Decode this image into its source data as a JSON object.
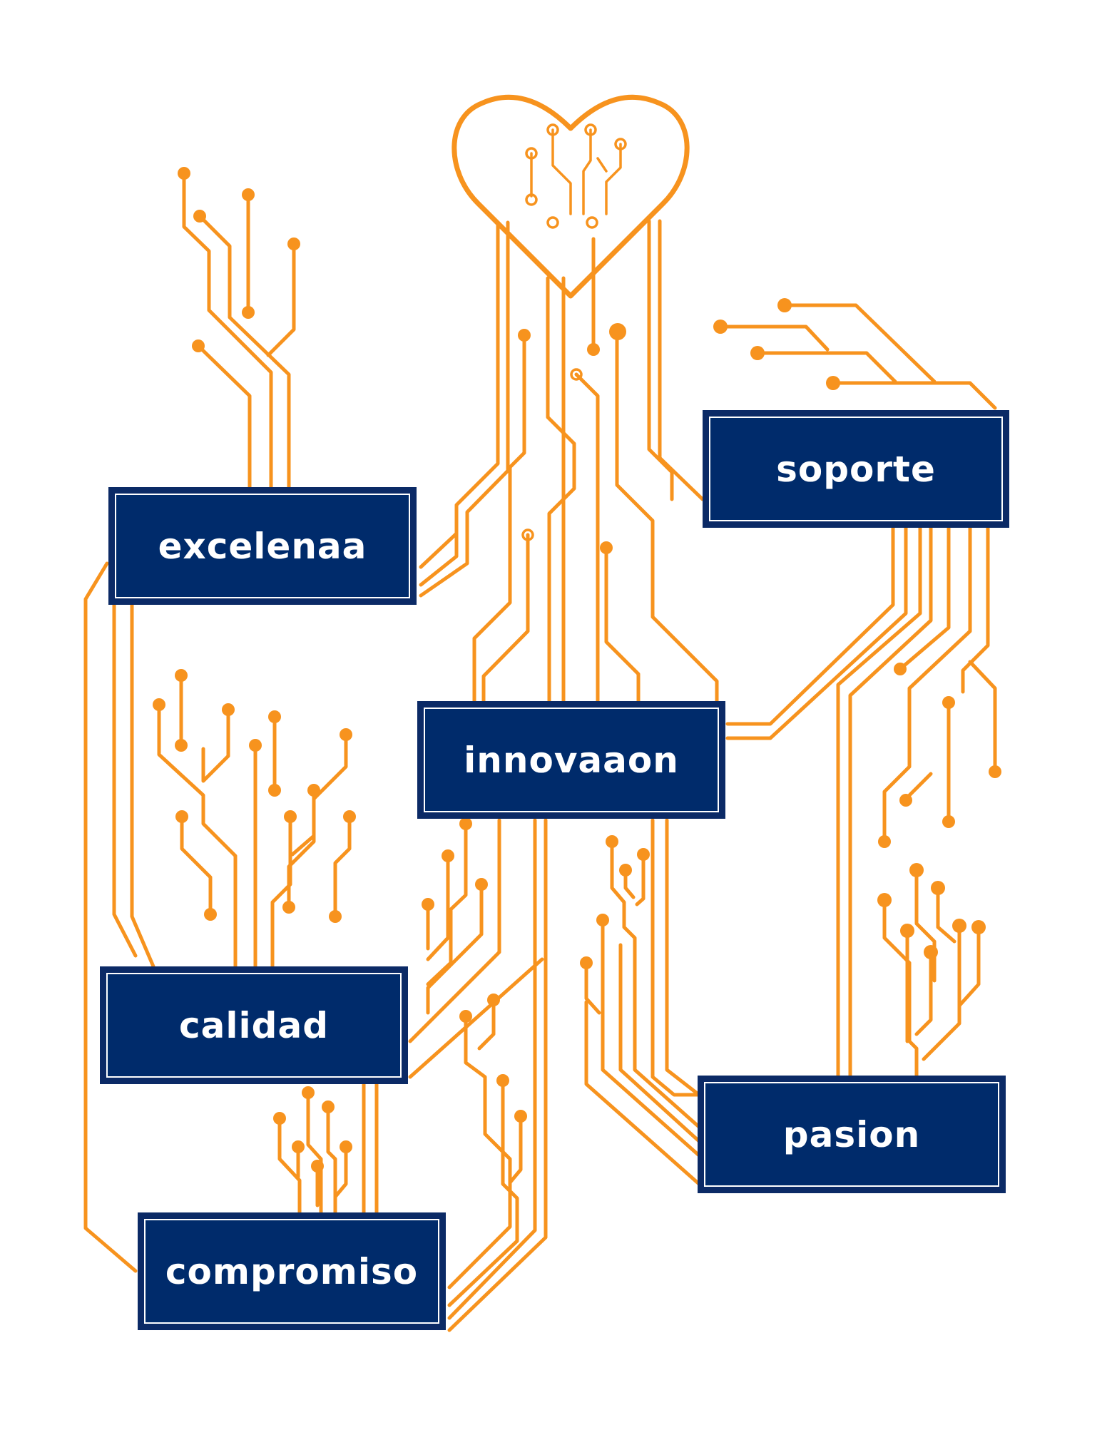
{
  "colors": {
    "wire": "#f7931e",
    "box_fill": "#002b6b",
    "box_border": "#0b2a66",
    "box_inner_line": "#ffffff",
    "label_text": "#ffffff",
    "background": "#ffffff"
  },
  "icons": {
    "central": "heart-circuit-icon"
  },
  "nodes": {
    "soporte": {
      "label": "soporte"
    },
    "excelencia": {
      "label": "excelenaa"
    },
    "innovacion": {
      "label": "innovaaon"
    },
    "calidad": {
      "label": "calidad"
    },
    "pasion": {
      "label": "pasion"
    },
    "compromiso": {
      "label": "compromiso"
    }
  }
}
